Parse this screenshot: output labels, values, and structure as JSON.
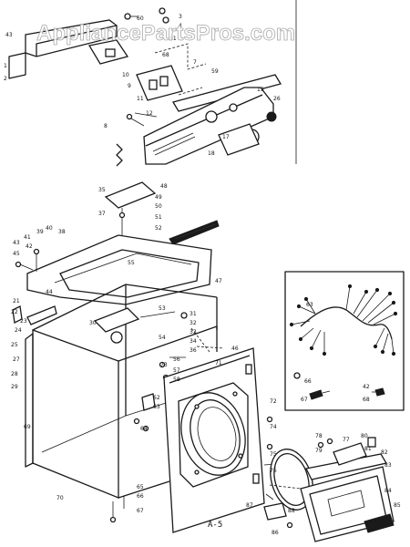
{
  "watermark": "AppliancePartsPros.com",
  "figure_label": "A-5",
  "callouts": {
    "control_panel": [
      "43",
      "1",
      "2",
      "3",
      "4",
      "7",
      "8",
      "9",
      "10",
      "11",
      "12",
      "13",
      "17",
      "18",
      "26",
      "59",
      "60",
      "61",
      "68"
    ],
    "top_area": [
      "35",
      "37",
      "38",
      "39",
      "40",
      "41",
      "42",
      "43",
      "44",
      "45",
      "47",
      "48",
      "49",
      "50",
      "51",
      "52",
      "53",
      "54",
      "55"
    ],
    "cabinet": [
      "21",
      "22",
      "23",
      "24",
      "25",
      "27",
      "28",
      "29",
      "30",
      "31",
      "32",
      "33",
      "34",
      "36",
      "46",
      "56",
      "57",
      "58",
      "62",
      "63",
      "64",
      "65",
      "66",
      "67",
      "69",
      "70",
      "71",
      "72"
    ],
    "door": [
      "73",
      "74",
      "75",
      "76",
      "77",
      "78",
      "79",
      "80",
      "81",
      "82",
      "83",
      "84",
      "85",
      "86",
      "87",
      "88"
    ]
  },
  "inset_callouts": [
    "63",
    "66",
    "42",
    "67",
    "68"
  ]
}
